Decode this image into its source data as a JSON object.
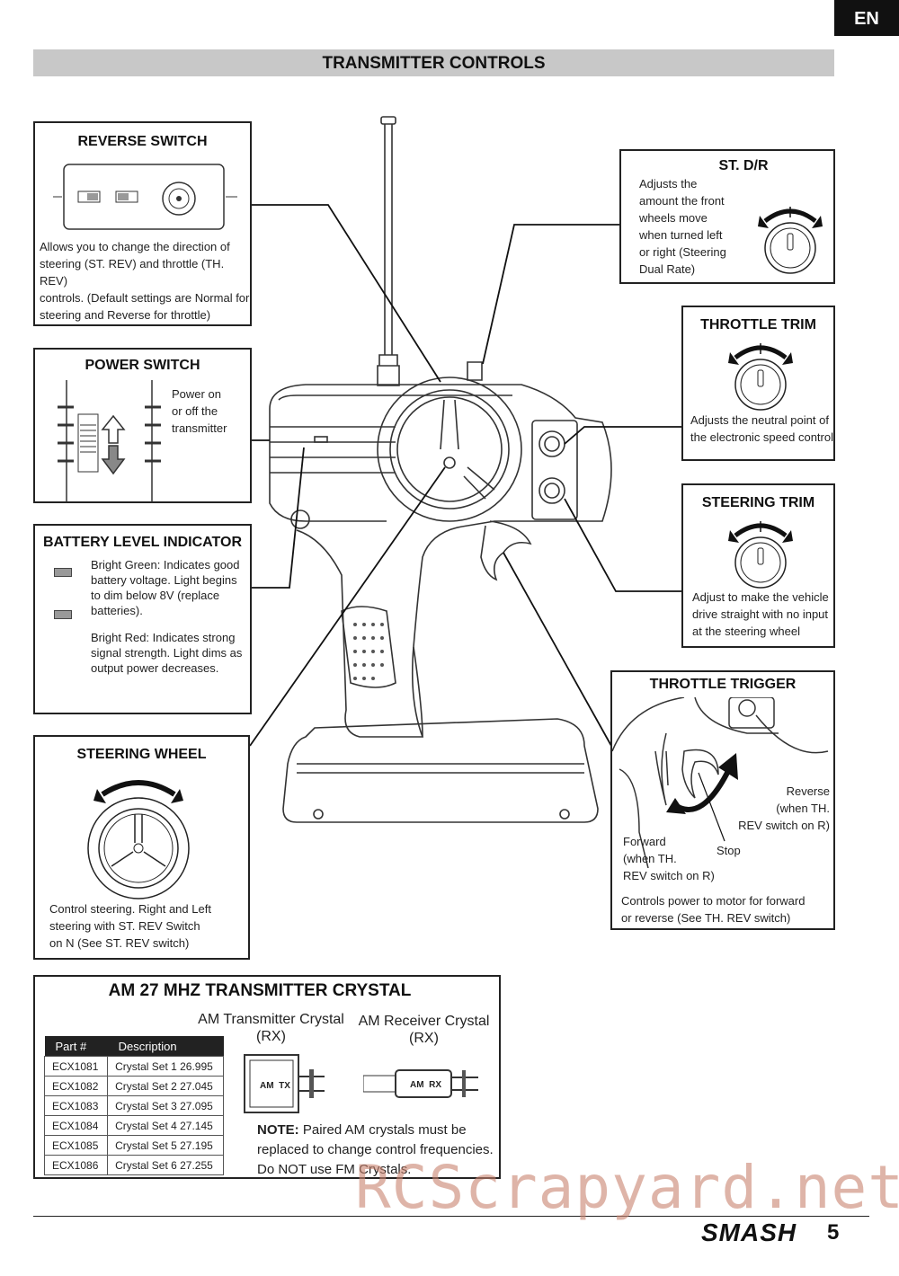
{
  "header": {
    "lang": "EN",
    "title": "TRANSMITTER CONTROLS"
  },
  "reverse_switch": {
    "title": "REVERSE SWITCH",
    "desc": [
      "Allows you to change the direction of",
      "steering  (ST. REV) and throttle (TH. REV)",
      "controls. (Default settings are Normal for",
      "steering and Reverse for throttle)"
    ]
  },
  "power_switch": {
    "title": "POWER SWITCH",
    "desc": [
      "Power on",
      "or off the",
      "transmitter"
    ]
  },
  "battery_indicator": {
    "title": "BATTERY LEVEL INDICATOR",
    "green": [
      "Bright Green: Indicates good",
      "battery voltage. Light begins",
      "to dim below 8V (replace",
      "batteries)."
    ],
    "red": [
      "Bright Red: Indicates strong",
      "signal strength. Light dims as",
      "output power decreases."
    ]
  },
  "steering_wheel": {
    "title": "STEERING WHEEL",
    "desc": [
      "Control steering. Right and Left",
      "steering with ST. REV Switch",
      "on N (See ST. REV switch)"
    ]
  },
  "st_dr": {
    "title": "ST. D/R",
    "desc": [
      "Adjusts the",
      "amount the front",
      "wheels move",
      "when turned left",
      "or right (Steering",
      "Dual Rate)"
    ]
  },
  "throttle_trim": {
    "title": "THROTTLE TRIM",
    "desc": [
      "Adjusts the neutral point of",
      "the electronic speed control"
    ]
  },
  "steering_trim": {
    "title": "STEERING TRIM",
    "desc": [
      "Adjust to make the vehicle",
      "drive straight with no input",
      "at the steering wheel"
    ]
  },
  "throttle_trigger": {
    "title": "THROTTLE TRIGGER",
    "reverse": [
      "Reverse",
      "(when TH.",
      "REV switch on R)"
    ],
    "forward": [
      "Forward",
      "(when TH.",
      "REV switch on R)"
    ],
    "stop": "Stop",
    "desc": [
      "Controls power to motor for forward",
      "or reverse (See TH. REV switch)"
    ]
  },
  "crystal": {
    "title": "AM 27 MHZ TRANSMITTER CRYSTAL",
    "tx_caption": [
      "AM Transmitter Crystal",
      "(RX)"
    ],
    "rx_caption": [
      "AM Receiver Crystal",
      "(RX)"
    ],
    "tx_label": "AM  TX",
    "rx_label": "AM  RX",
    "table": {
      "headers": [
        "Part #",
        "Description"
      ],
      "rows": [
        [
          "ECX1081",
          "Crystal Set 1 26.995"
        ],
        [
          "ECX1082",
          "Crystal Set 2 27.045"
        ],
        [
          "ECX1083",
          "Crystal Set 3 27.095"
        ],
        [
          "ECX1084",
          "Crystal Set 4 27.145"
        ],
        [
          "ECX1085",
          "Crystal Set 5 27.195"
        ],
        [
          "ECX1086",
          "Crystal Set 6 27.255"
        ]
      ]
    },
    "note_label": "NOTE:",
    "note": [
      "Paired AM crystals must be",
      "replaced to change control frequencies.",
      "Do NOT use FM Crystals."
    ]
  },
  "footer": {
    "brand": "SMASH",
    "page": "5",
    "watermark": "RCScrapyard.net"
  }
}
